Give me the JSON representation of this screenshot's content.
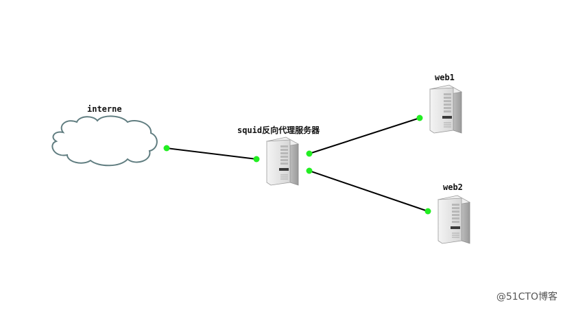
{
  "nodes": {
    "internet": {
      "label": "interne"
    },
    "proxy": {
      "label": "squid反向代理服务器"
    },
    "web1": {
      "label": "web1"
    },
    "web2": {
      "label": "web2"
    }
  },
  "watermark": "@51CTO博客",
  "colors": {
    "link": "#000000",
    "port": "#22ee22",
    "cloud_stroke": "#607d80",
    "server_body": "#e6e6e6"
  }
}
